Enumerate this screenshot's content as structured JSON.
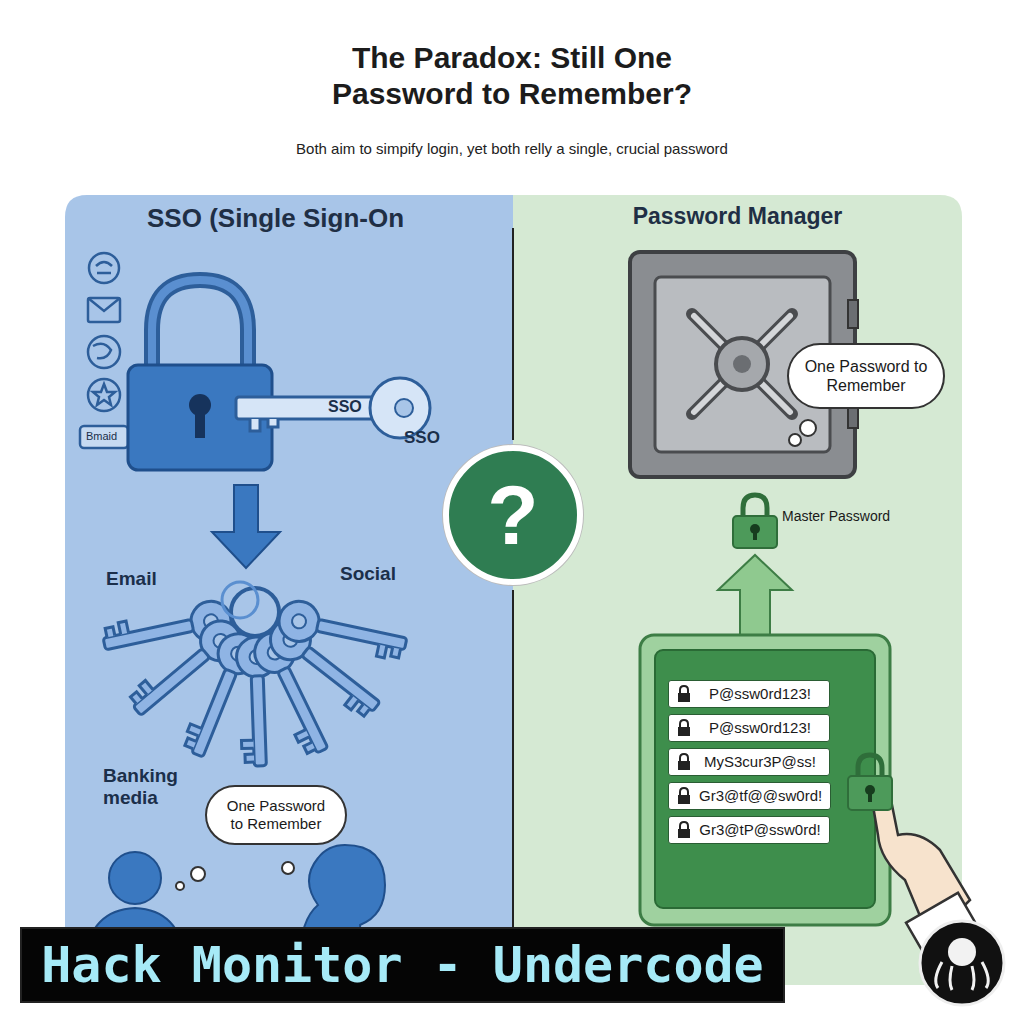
{
  "diagram": {
    "title": "The Paradox: Still One Password to Remember?",
    "nodes": [
      {
        "text": [
          "SSO (Single Sign-On"
        ]
      },
      {
        "text": [
          "One Password to Remember"
        ],
        "in": 0
      },
      {
        "text": [
          "?"
        ]
      },
      {
        "text": [
          "Password Manager"
        ]
      },
      {
        "text": [
          "One Password to Remember"
        ],
        "in": 3
      },
      {
        "text": [
          "P@ssw0rd123!"
        ],
        "in": 3
      },
      {
        "text": [
          "P@ssw0rd123!"
        ],
        "in": 3
      },
      {
        "text": [
          "MyS3cur3P@ss!"
        ],
        "in": 3
      },
      {
        "text": [
          "Gr3@tf@@sw0rd!"
        ],
        "in": 3
      },
      {
        "text": [
          "Gr3@tP@ssw0rd!"
        ],
        "in": 3
      },
      {
        "text": [
          "Hack Monitor - Undercode"
        ]
      }
    ],
    "labels": [
      "Both aim to simpify login, yet both relly a single, crucial password",
      "SSO",
      "SSO",
      "Bmaid",
      "Email",
      "Social",
      "Banking media",
      "Master Password"
    ]
  }
}
